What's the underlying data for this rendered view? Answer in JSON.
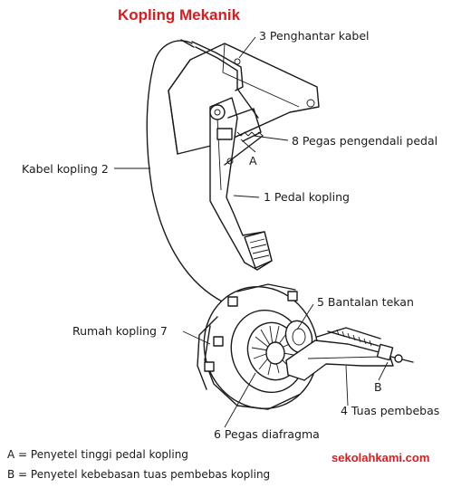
{
  "title": "Kopling Mekanik",
  "labels": {
    "l1": "1  Pedal kopling",
    "l2": "Kabel kopling  2",
    "l3": "3  Penghantar kabel",
    "l4": "4  Tuas pembebas",
    "l5": "5   Bantalan tekan",
    "l6": "6   Pegas diafragma",
    "l7": "Rumah kopling   7",
    "l8": "8   Pegas pengendali pedal",
    "a": "A",
    "b": "B"
  },
  "legend": {
    "a": "A  =  Penyetel tinggi pedal kopling",
    "b": "B  =  Penyetel kebebasan tuas pembebas kopling"
  },
  "watermark": "sekolahkami.com",
  "colors": {
    "title": "#e0191d",
    "ink": "#1a1a1a"
  }
}
